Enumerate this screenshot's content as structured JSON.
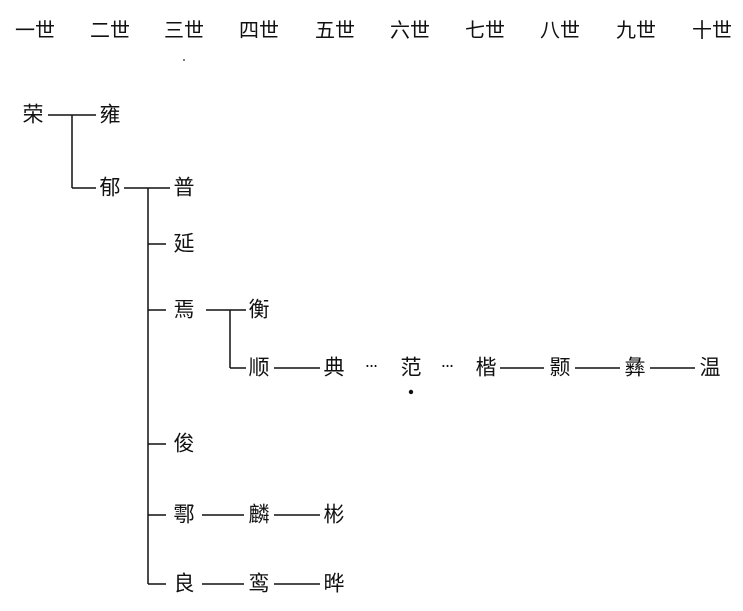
{
  "generations": [
    "一世",
    "二世",
    "三世",
    "四世",
    "五世",
    "六世",
    "七世",
    "八世",
    "九世",
    "十世"
  ],
  "nodes": {
    "rong": "荣",
    "yong": "雍",
    "yu": "郁",
    "pu": "普",
    "yan": "延",
    "yan2": "焉",
    "jun": "俊",
    "hu": "鄠",
    "liang": "良",
    "heng": "衡",
    "shun": "顺",
    "dian": "典",
    "fan": "范",
    "kai": "楷",
    "hao": "颢",
    "yi": "彝",
    "wen": "温",
    "lin": "麟",
    "bin": "彬",
    "luan": "鸾",
    "ye": "晔"
  },
  "ellipsis": "···"
}
